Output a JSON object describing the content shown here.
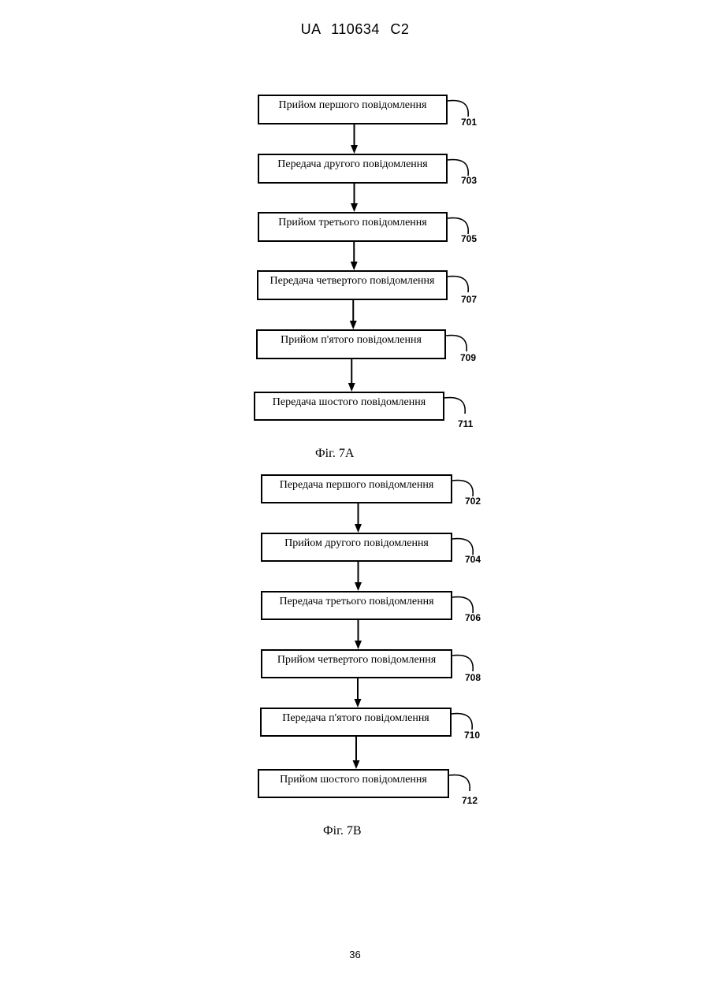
{
  "header": {
    "patent_number": "UA   110634   C2"
  },
  "figures": [
    {
      "caption": "Фіг. 7А",
      "steps": [
        {
          "label": "Прийом першого повідомлення",
          "ref": "701"
        },
        {
          "label": "Передача другого повідомлення",
          "ref": "703"
        },
        {
          "label": "Прийом третього повідомлення",
          "ref": "705"
        },
        {
          "label": "Передача четвертого повідомлення",
          "ref": "707"
        },
        {
          "label": "Прийом п'ятого повідомлення",
          "ref": "709"
        },
        {
          "label": "Передача шостого повідомлення",
          "ref": "711"
        }
      ]
    },
    {
      "caption": "Фіг. 7В",
      "steps": [
        {
          "label": "Передача першого повідомлення",
          "ref": "702"
        },
        {
          "label": "Прийом другого повідомлення",
          "ref": "704"
        },
        {
          "label": "Передача третього повідомлення",
          "ref": "706"
        },
        {
          "label": "Прийом четвертого повідомлення",
          "ref": "708"
        },
        {
          "label": "Передача п'ятого повідомлення",
          "ref": "710"
        },
        {
          "label": "Прийом шостого повідомлення",
          "ref": "712"
        }
      ]
    }
  ],
  "footer": {
    "page_number": "36"
  }
}
